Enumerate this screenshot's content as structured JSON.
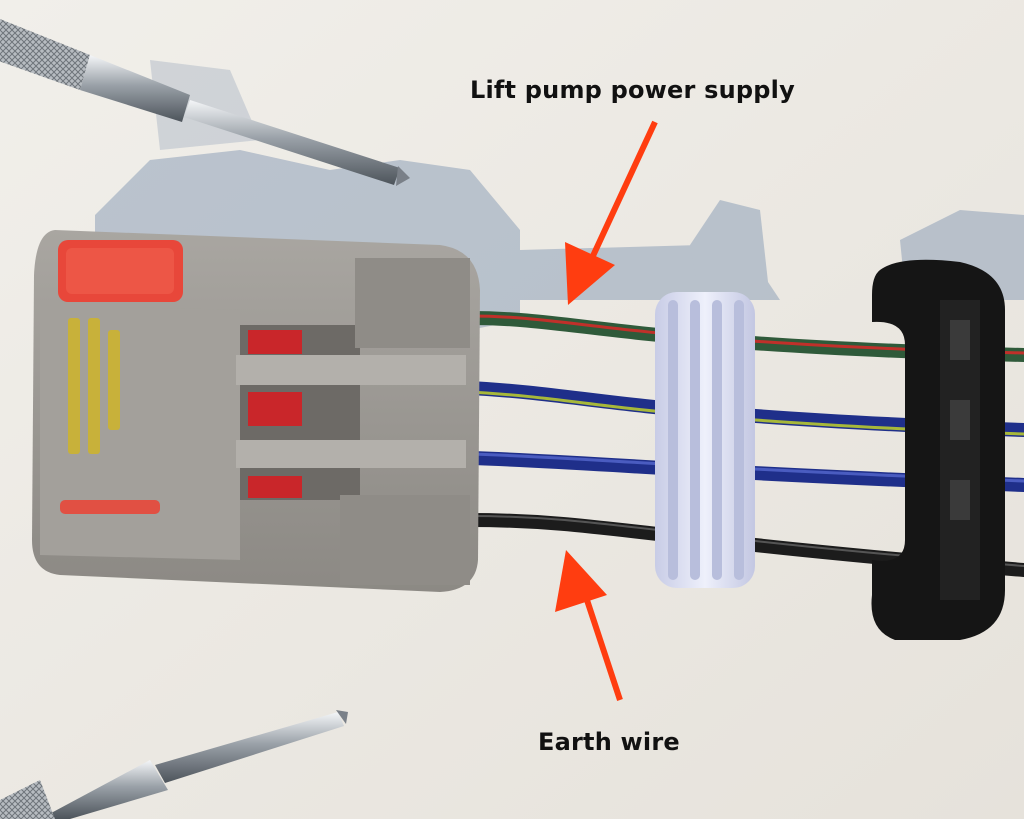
{
  "annotations": {
    "top_label": "Lift pump power supply",
    "bottom_label": "Earth wire"
  },
  "colors": {
    "background": "#ece8e2",
    "arrow": "#ff3d10",
    "connector_body": "#9c9994",
    "latch_tab": "#e8473a",
    "wire_black": "#1c1c1c",
    "wire_blue": "#1f2f8a",
    "wire_red_stripe": "#c0302a",
    "wire_green_stripe": "#4b8c3a",
    "grommet": "#d9dcf0",
    "clip": "#151515"
  },
  "objects": {
    "connector": "grey-multi-pin-connector",
    "wires": [
      "red-green-wire",
      "blue-yellow-wire",
      "blue-wire",
      "black-wire"
    ],
    "grommet": "white-rubber-grommet",
    "clip": "black-retaining-clip",
    "tools": [
      "pin-removal-tool-top",
      "pin-removal-tool-bottom"
    ]
  }
}
